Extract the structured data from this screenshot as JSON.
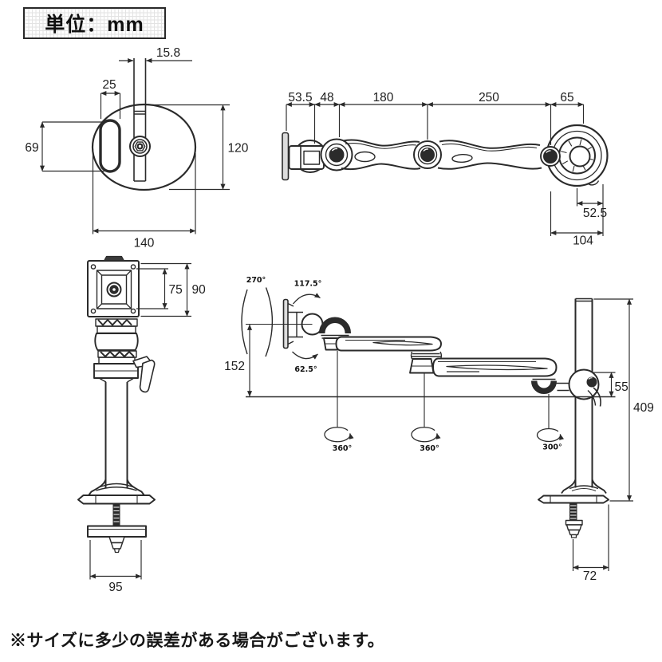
{
  "header": {
    "unit_label": "単位：mm"
  },
  "footer": {
    "disclaimer": "※サイズに多少の誤差がある場合がございます。"
  },
  "colors": {
    "line": "#2a2a2a",
    "dark_fill": "#2b2b2b",
    "light_fill": "#dcdcdc",
    "grid": "#e3e3e3",
    "background": "#ffffff",
    "text": "#1d1d1d"
  },
  "views": {
    "base_top": {
      "dims": {
        "slot_width": "15.8",
        "hole_width": "25",
        "hole_height": "69",
        "depth": "120",
        "width": "140"
      }
    },
    "arm_top": {
      "dims": {
        "vesa_to_joint": "53.5",
        "joint_offset": "48",
        "lower_arm": "180",
        "upper_arm": "250",
        "base_offset": "65",
        "base_inner": "52.5",
        "base_width": "104"
      }
    },
    "pole_front": {
      "dims": {
        "vesa_inner": "75",
        "vesa_outer": "90",
        "clamp_width": "95"
      }
    },
    "arm_side": {
      "dims": {
        "swivel_range": "270°",
        "tilt_up": "117.5°",
        "tilt_down": "62.5°",
        "min_height": "152",
        "head_height": "55",
        "pole_height": "409",
        "rotation_joint1": "360°",
        "rotation_joint2": "360°",
        "rotation_base": "300°",
        "clamp_depth": "72"
      }
    }
  }
}
